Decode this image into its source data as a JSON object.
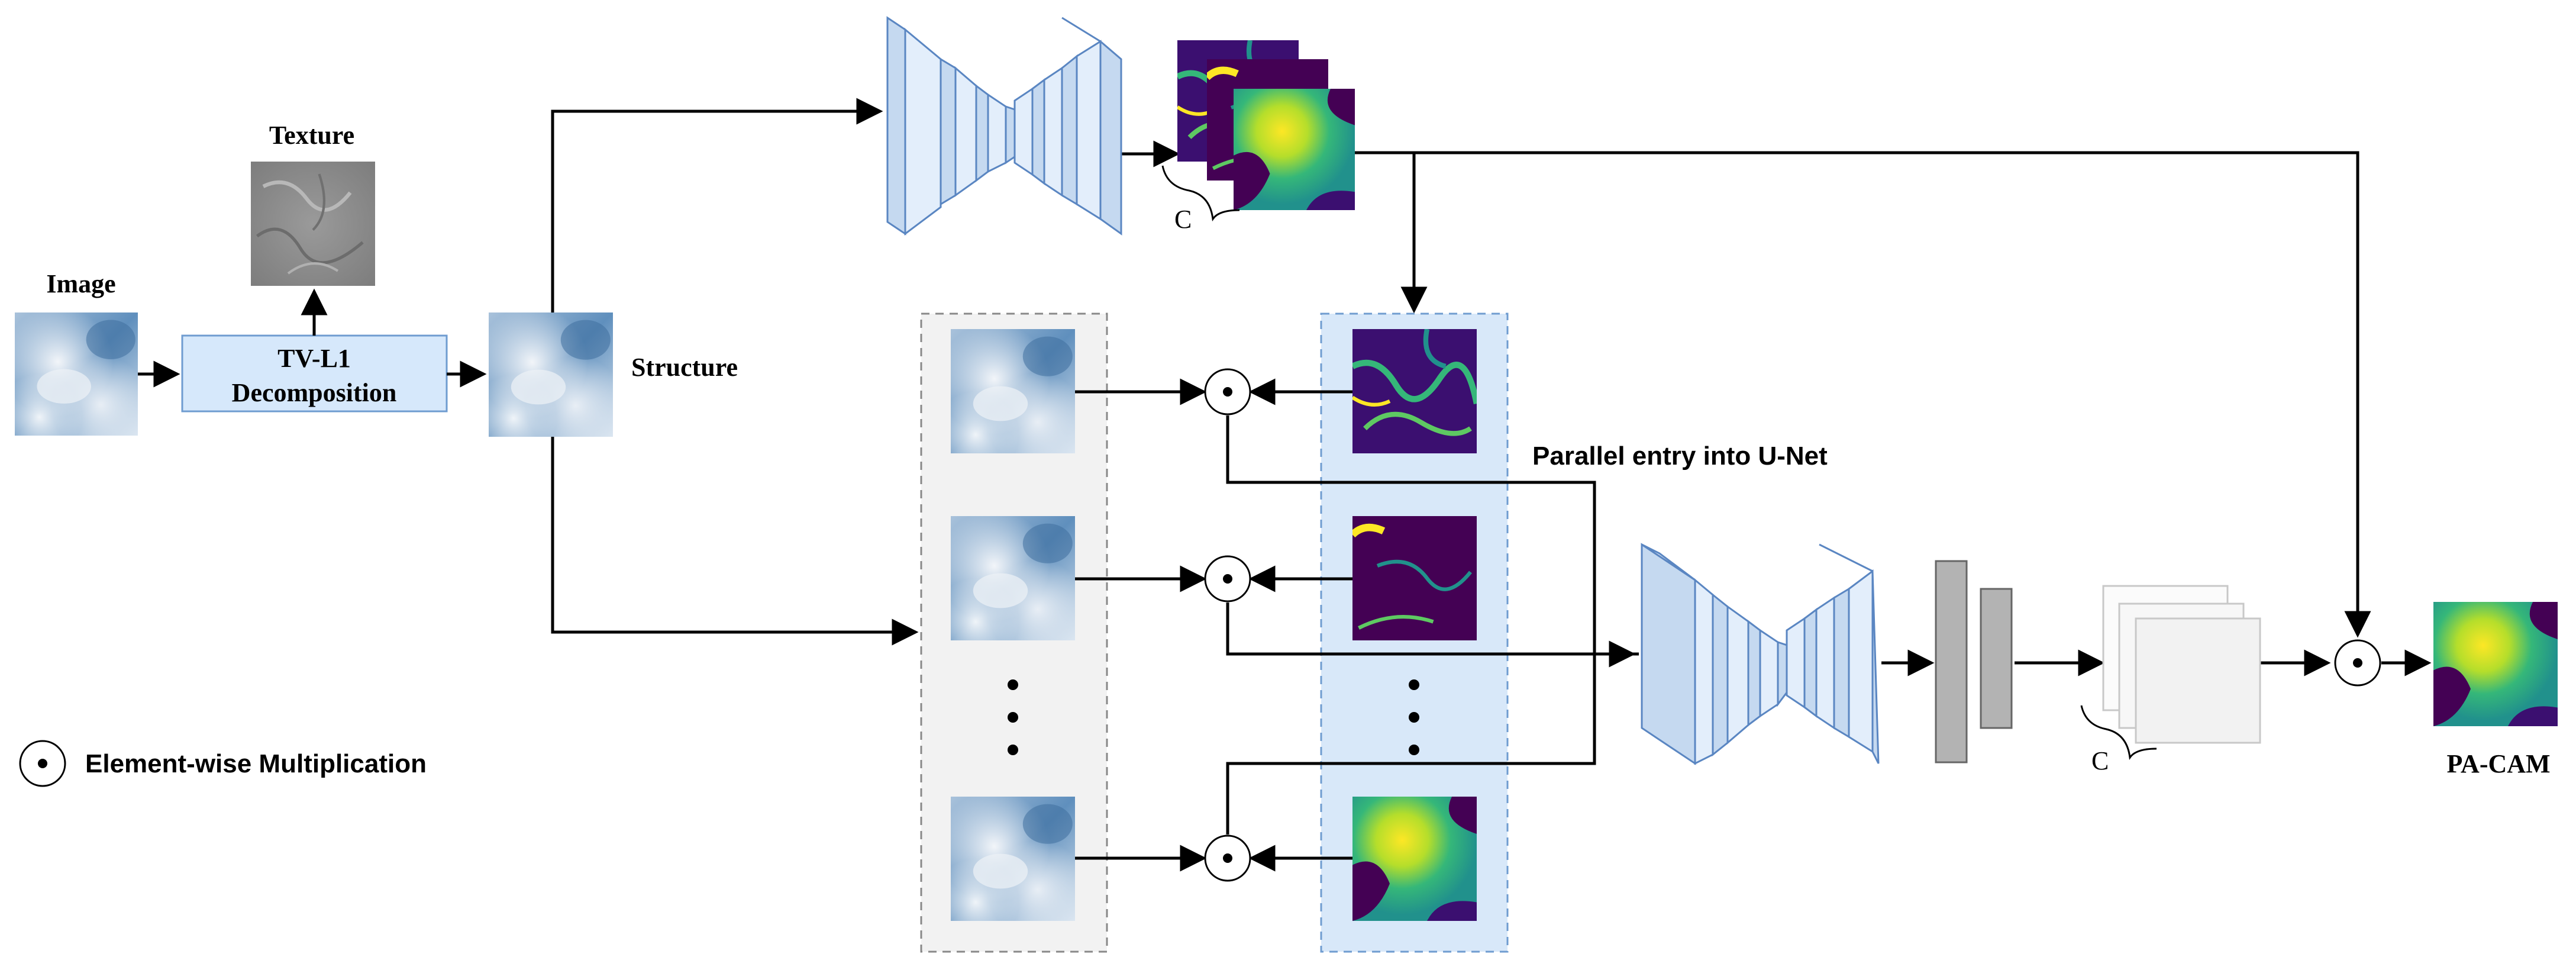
{
  "labels": {
    "image": "Image",
    "texture": "Texture",
    "structure": "Structure",
    "decomposition_line1": "TV-L1",
    "decomposition_line2": "Decomposition",
    "channel_top": "C",
    "channel_bottom": "C",
    "parallel_entry": "Parallel entry into U-Net",
    "legend": "Element-wise Multiplication",
    "output": "PA-CAM"
  },
  "colors": {
    "arrow": "#000000",
    "decomp_fill": "#d6e8fb",
    "decomp_stroke": "#6f9cd0",
    "unet_fill": "#c5d9f0",
    "unet_side": "#e3eefb",
    "unet_stroke": "#5a86c2",
    "attention_panel": "#d8e8f9",
    "image_panel": "#f2f2f2",
    "bar_fill": "#b3b3b3",
    "viridis_dark": "#440154",
    "viridis_teal": "#21918c",
    "viridis_green": "#5ec962",
    "viridis_yellow": "#fde725"
  }
}
